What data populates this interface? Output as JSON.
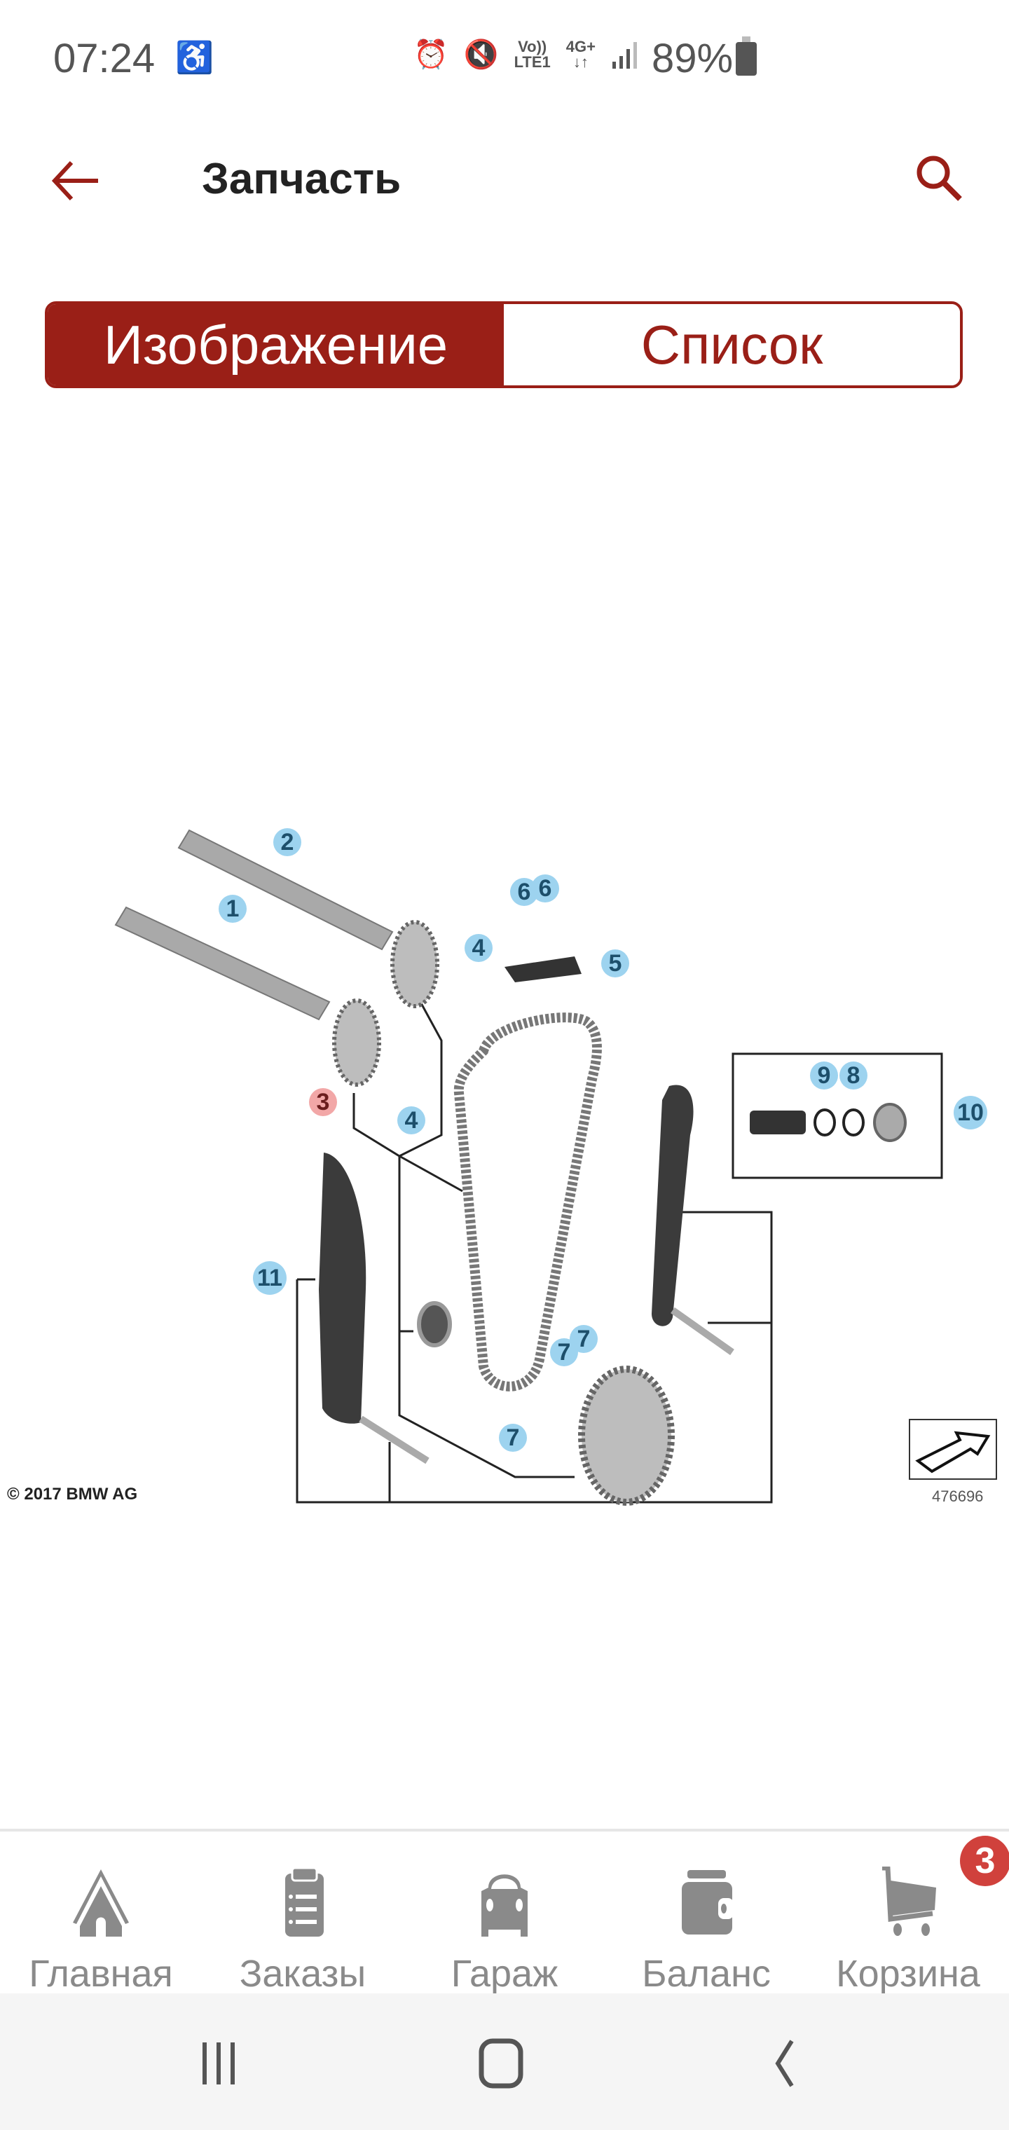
{
  "status_bar": {
    "time": "07:24",
    "volte": "Vo))",
    "lte": "LTE1",
    "network": "4G+",
    "battery": "89%"
  },
  "header": {
    "title": "Запчасть"
  },
  "segments": {
    "image": "Изображение",
    "list": "Список",
    "selected": "image"
  },
  "diagram": {
    "callouts": [
      "1",
      "2",
      "3",
      "4",
      "4",
      "5",
      "6",
      "6",
      "7",
      "7",
      "7",
      "8",
      "9",
      "10",
      "11"
    ],
    "copyright": "© 2017 BMW AG",
    "image_number": "476696",
    "highlighted_callout": "3"
  },
  "bottom_nav": {
    "items": [
      {
        "label": "Главная"
      },
      {
        "label": "Заказы"
      },
      {
        "label": "Гараж"
      },
      {
        "label": "Баланс"
      },
      {
        "label": "Корзина",
        "badge": "3"
      }
    ]
  },
  "colors": {
    "accent": "#9a1f17",
    "callout": "#9dd3ef",
    "callout_highlight": "#f2a7a7",
    "badge": "#d0413c",
    "nav_icon": "#8a8a8a"
  }
}
